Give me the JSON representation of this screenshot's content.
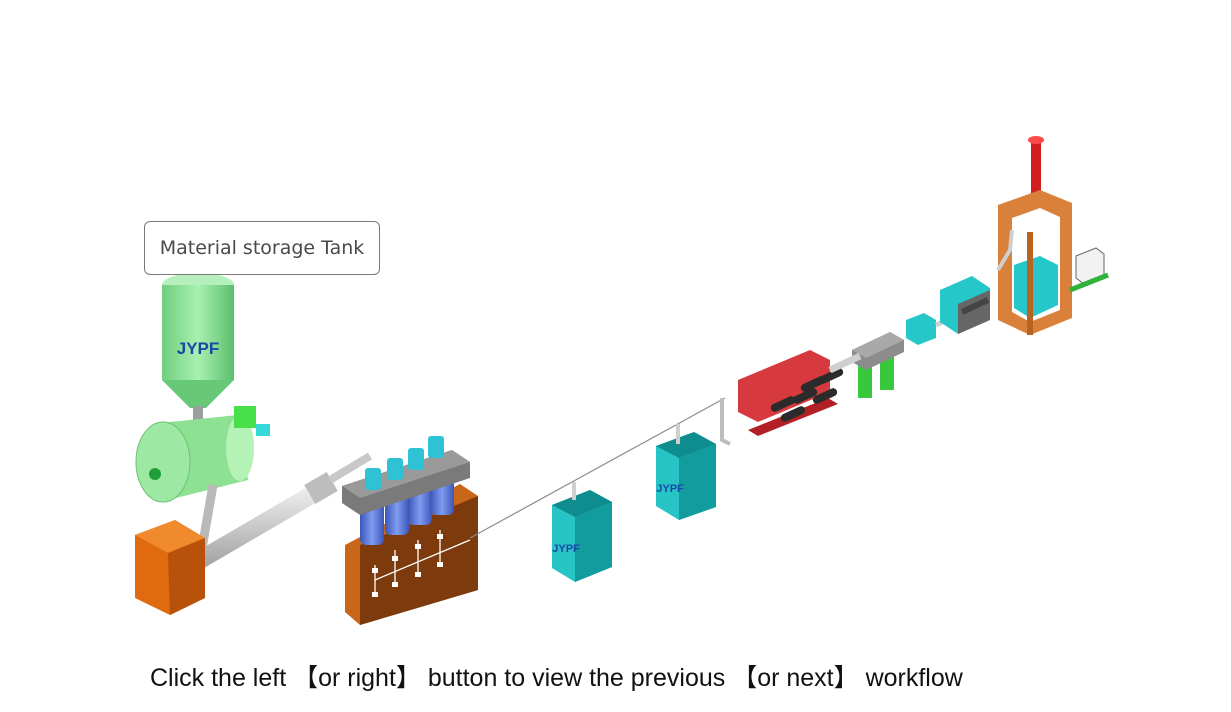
{
  "tooltip": {
    "label": "Material storage Tank"
  },
  "caption": {
    "text": "Click the left 【or right】 button to view the previous 【or next】 workflow"
  },
  "logo": {
    "text": "JYPF"
  },
  "colors": {
    "tank_green": "#8fe39a",
    "motor_green": "#47e04a",
    "orange": "#e06a10",
    "brown_orange": "#c8661a",
    "cyan": "#26c7c9",
    "red": "#c92a2e",
    "steel": "#cfcfcf",
    "gray_head": "#7a7a7a",
    "blue_cylinder": "#4f6fd6",
    "frame_orange": "#d9803a"
  }
}
